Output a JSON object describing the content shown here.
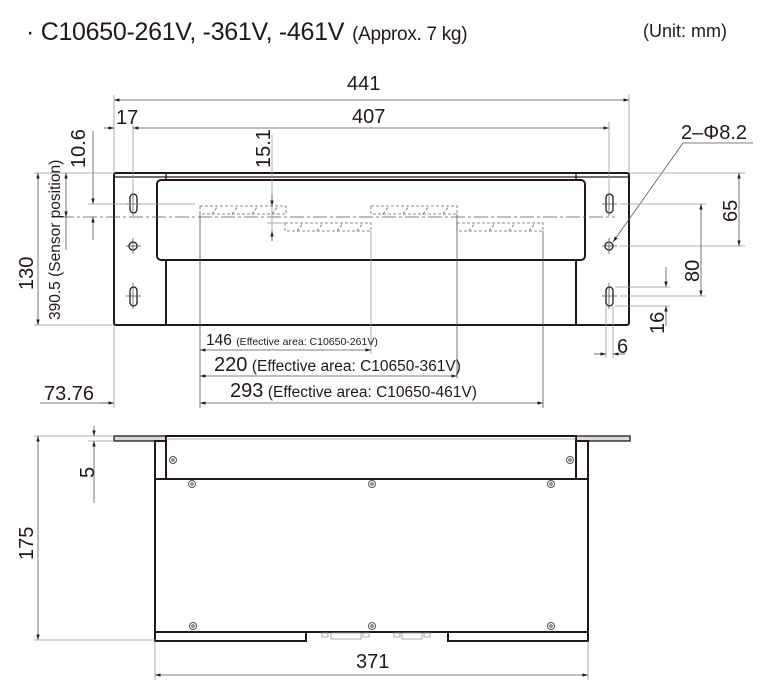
{
  "header": {
    "model_title": "C10650-261V, -361V, -461V",
    "weight_note": "(Approx. 7 kg)",
    "unit_note": "(Unit: mm)",
    "bullet": "·"
  },
  "top_view": {
    "dimensions": {
      "overall_width": "441",
      "hole_pitch_width": "407",
      "edge_to_hole": "17",
      "hole_offset_top": "10.6",
      "sensor_offset": "15.1",
      "overall_depth": "130",
      "sensor_position": "390.5 (Sensor position)",
      "hole_callout": "2–Φ8.2",
      "hole_spacing_65": "65",
      "slot_spacing_80": "80",
      "slot_length_16": "16",
      "slot_width_6": "6",
      "left_offset": "73.76"
    },
    "effective_areas": [
      {
        "value": "146",
        "label": "(Effective area: C10650-261V)"
      },
      {
        "value": "220",
        "label": "(Effective area: C10650-361V)"
      },
      {
        "value": "293",
        "label": "(Effective area: C10650-461V)"
      }
    ]
  },
  "side_view": {
    "dimensions": {
      "flange_thickness": "5",
      "overall_height": "175",
      "body_width": "371"
    }
  },
  "colors": {
    "outline": "#231815",
    "dimension_line": "#555555",
    "extension_line": "#999999",
    "flange_fill": "#d9d9d9"
  }
}
